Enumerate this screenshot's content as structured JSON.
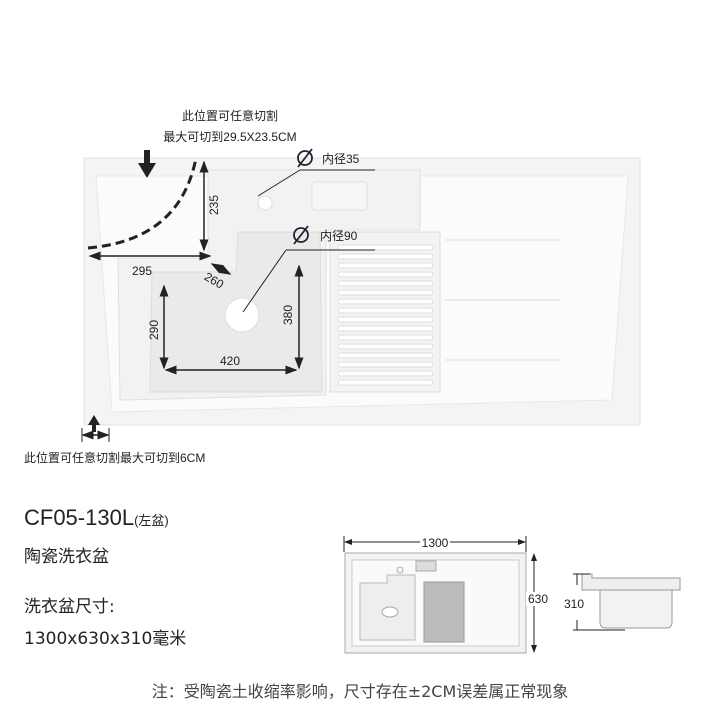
{
  "diagram": {
    "cut_top_line1": "此位置可任意切割",
    "cut_top_line2": "最大可切到29.5X23.5CM",
    "hole_small": "内径35",
    "hole_large": "内径90",
    "dims": {
      "d235": "235",
      "d295": "295",
      "d260": "260",
      "d290": "290",
      "d420": "420",
      "d380": "380"
    },
    "cut_bottom": "此位置可任意切割最大可切到6CM",
    "small_plan": {
      "width": "1300",
      "depth": "630"
    },
    "side_view": {
      "height": "310"
    }
  },
  "product": {
    "model": "CF05-130L",
    "variant": "(左盆)",
    "type": "陶瓷洗衣盆",
    "size_label": "洗衣盆尺寸:",
    "size_value": "1300x630x310毫米"
  },
  "note": "注：受陶瓷土收缩率影响，尺寸存在±2CM误差属正常现象"
}
